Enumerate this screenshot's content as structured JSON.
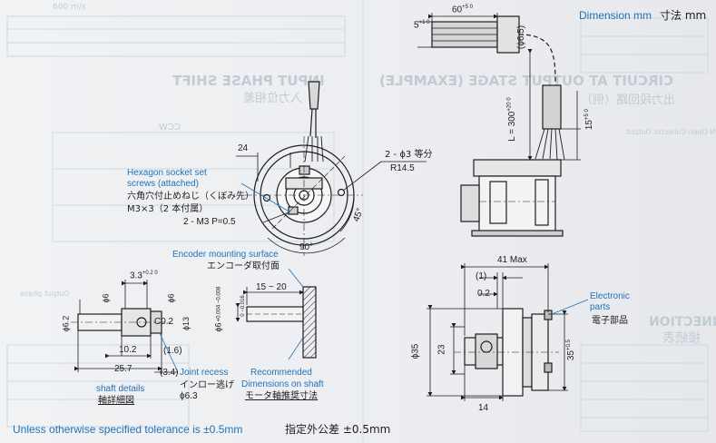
{
  "header": {
    "dimension_en": "Dimension mm",
    "dimension_ja": "寸法 mm"
  },
  "footer": {
    "tolerance_en": "Unless otherwise specified tolerance is ±0.5mm",
    "tolerance_ja": "指定外公差 ±0.5mm"
  },
  "front_view": {
    "dim_24": "24",
    "holes_label": "2 - ϕ3 等分",
    "holes_radius": "R14.5",
    "screw_title_en_1": "Hexagon socket set",
    "screw_title_en_2": "screws (attached)",
    "screw_title_ja": "六角穴付止めねじ（くぼみ先）",
    "screw_size": "M3×3（2 本付属）",
    "thread": "2 - M3 P=0.5",
    "angle_45": "45°",
    "angle_90": "90°"
  },
  "top_right_view": {
    "dim_60": "60",
    "dim_60_tol": "+5 0",
    "dim_5": "5",
    "dim_5_tol": "+1 0",
    "cable_dia": "(ϕ6.5)",
    "cable_length": "L = 300",
    "cable_length_tol": "+20 0",
    "dim_15": "15",
    "dim_15_tol": "+5 0"
  },
  "mounting": {
    "surface_en": "Encoder mounting surface",
    "surface_ja": "エンコーダ取付面",
    "shaft_range": "15 ~ 20",
    "fit_dia": "ϕ6",
    "fit_tol": "+0.004 −0.008",
    "fit_tol2": "0 −0.016"
  },
  "shaft_details": {
    "dim_3_3": "3.3",
    "dim_3_3_tol": "+0.2 0",
    "dia_6_left": "ϕ6",
    "dia_6_mid": "ϕ6",
    "dia_6_2": "ϕ6.2",
    "chamfer": "C0.2",
    "dia_13": "ϕ13",
    "dim_10_2": "10.2",
    "dim_1_6": "(1.6)",
    "dim_25_7": "25.7",
    "dim_3_4": "(3.4)",
    "joint_recess_en": "Joint recess",
    "joint_recess_ja": "インロー逃げ",
    "joint_recess_dia": "ϕ6.3",
    "label_en": "shaft details",
    "label_ja": "軸詳細図"
  },
  "recommended": {
    "line1": "Recommended",
    "line2": "Dimensions on shaft",
    "line3": "モータ軸推奨寸法"
  },
  "side_view": {
    "dim_41_max": "41 Max",
    "dim_1": "(1)",
    "dim_0_2": "0.2",
    "dia_35_left": "ϕ35",
    "dim_23": "23",
    "dim_35_right": "35",
    "dim_35_tol": "+0.5",
    "dim_14": "14",
    "electronic_en_1": "Electronic",
    "electronic_en_2": "parts",
    "electronic_ja": "電子部品"
  },
  "background_ghost": {
    "left_title_1": "INPUT PHASE SHIFT",
    "left_title_2": "入力位相差",
    "right_title_1": "CIRCUIT AT OUTPUT STAGE (EXAMPLE)",
    "right_title_2": "出力段回路（例）",
    "left_bottom": "CONNECTION",
    "right_bottom": "接続表",
    "top_left": "600 m/s",
    "cw": "CCW",
    "mid_left": "Output phase",
    "npn": "NPN Open Collector Output"
  },
  "colors": {
    "accent_blue": "#1f73b8",
    "line_black": "#1d1d1d",
    "ghost": "#bcc8d2"
  }
}
